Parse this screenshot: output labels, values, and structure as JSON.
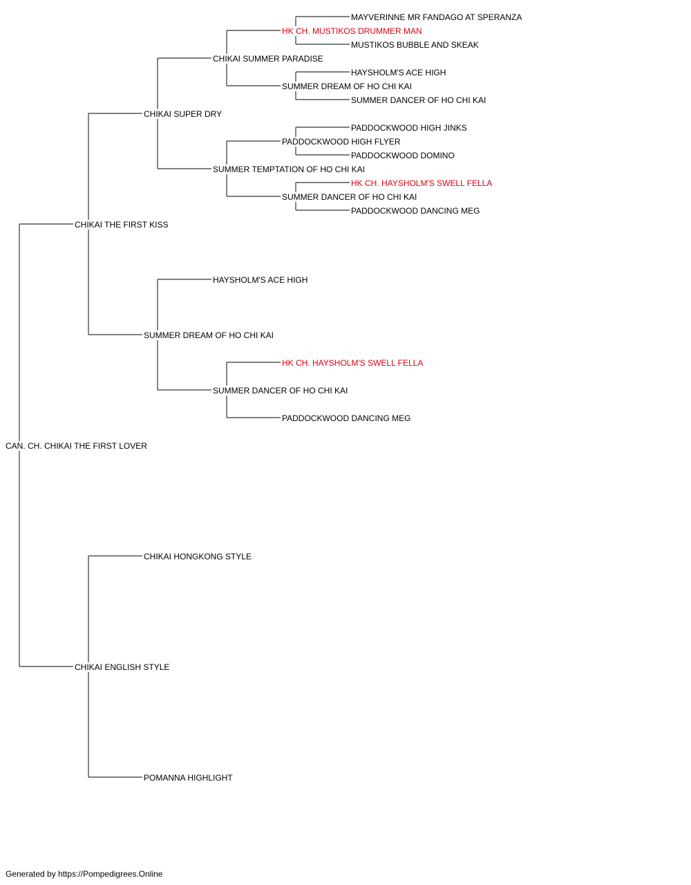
{
  "colors": {
    "line": "#333333",
    "text": "#000000",
    "champion": "#e0000f"
  },
  "pedigree": {
    "name": "CAN. CH. CHIKAI THE FIRST LOVER",
    "sire": {
      "name": "CHIKAI THE FIRST KISS",
      "sire": {
        "name": "CHIKAI SUPER DRY",
        "sire": {
          "name": "CHIKAI SUMMER PARADISE",
          "sire": {
            "name": "HK CH. MUSTIKOS DRUMMER MAN",
            "champion": true,
            "sire": {
              "name": "MAYVERINNE MR FANDAGO AT SPERANZA"
            },
            "dam": {
              "name": "MUSTIKOS BUBBLE AND SKEAK"
            }
          },
          "dam": {
            "name": "SUMMER DREAM OF HO CHI KAI",
            "sire": {
              "name": "HAYSHOLM'S ACE HIGH"
            },
            "dam": {
              "name": "SUMMER DANCER OF HO CHI KAI"
            }
          }
        },
        "dam": {
          "name": "SUMMER TEMPTATION OF HO CHI KAI",
          "sire": {
            "name": "PADDOCKWOOD HIGH FLYER",
            "sire": {
              "name": "PADDOCKWOOD HIGH JINKS"
            },
            "dam": {
              "name": "PADDOCKWOOD DOMINO"
            }
          },
          "dam": {
            "name": "SUMMER DANCER OF HO CHI KAI",
            "sire": {
              "name": "HK CH. HAYSHOLM'S SWELL FELLA",
              "champion": true
            },
            "dam": {
              "name": "PADDOCKWOOD DANCING MEG"
            }
          }
        }
      },
      "dam": {
        "name": "SUMMER DREAM OF HO CHI KAI",
        "sire": {
          "name": "HAYSHOLM'S ACE HIGH"
        },
        "dam": {
          "name": "SUMMER DANCER OF HO CHI KAI",
          "sire": {
            "name": "HK CH. HAYSHOLM'S SWELL FELLA",
            "champion": true
          },
          "dam": {
            "name": "PADDOCKWOOD DANCING MEG"
          }
        }
      }
    },
    "dam": {
      "name": "CHIKAI ENGLISH STYLE",
      "sire": {
        "name": "CHIKAI HONGKONG STYLE"
      },
      "dam": {
        "name": "POMANNA HIGHLIGHT"
      }
    }
  },
  "footer": {
    "text": "Generated by https://Pompedigrees.Online"
  }
}
